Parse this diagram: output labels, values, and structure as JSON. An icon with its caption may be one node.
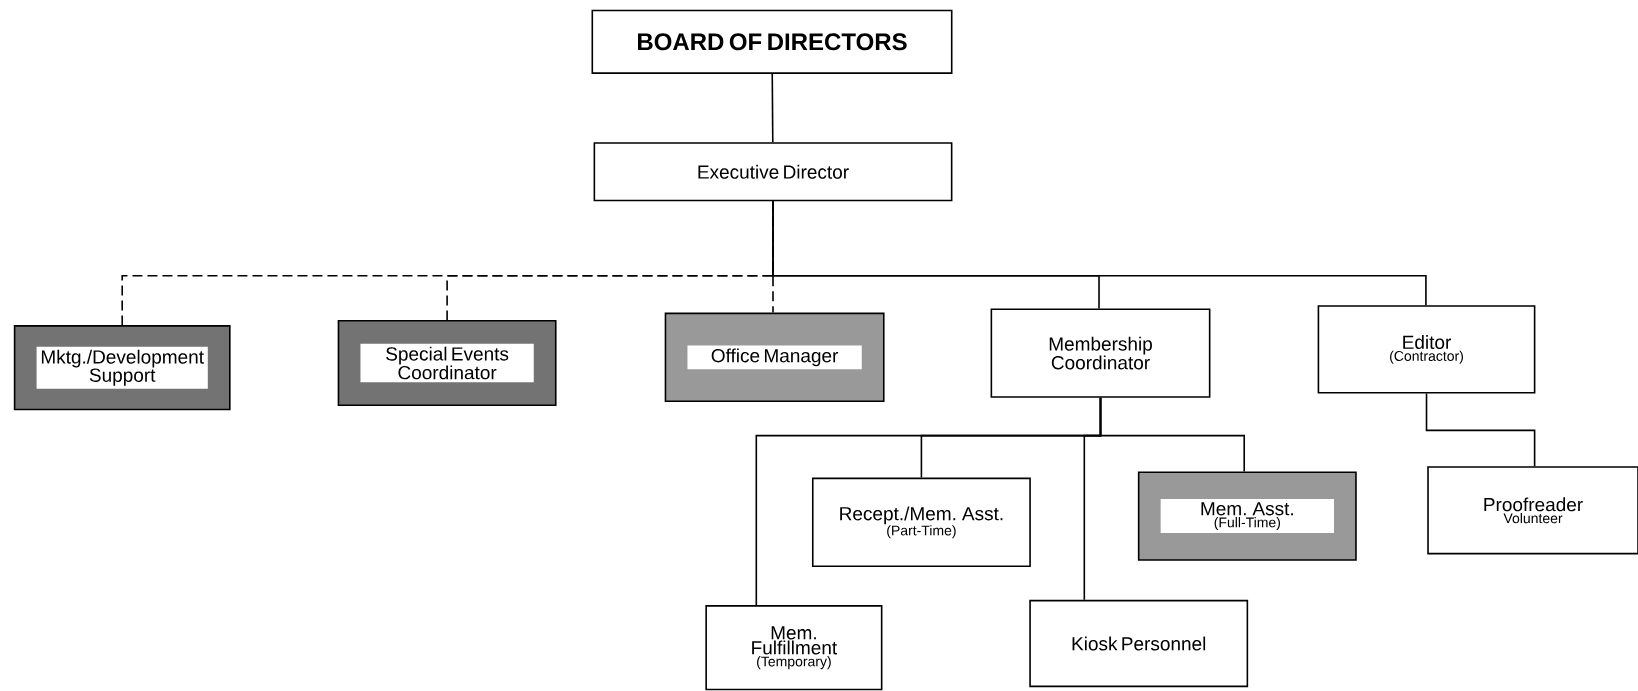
{
  "diagram": {
    "nodes": [
      {
        "text": [
          "BOARD OF DIRECTORS"
        ]
      },
      {
        "text": [
          "Executive Director"
        ]
      },
      {
        "text": [
          "Mktg./Development Support"
        ]
      },
      {
        "text": [
          "Special Events Coordinator"
        ]
      },
      {
        "text": [
          "Office Manager"
        ]
      },
      {
        "text": [
          "Membership Coordinator"
        ]
      },
      {
        "text": [
          "Editor",
          "(Contractor)"
        ]
      },
      {
        "text": [
          "Mem. Fulfillment",
          "(Temporary)"
        ]
      },
      {
        "text": [
          "Recept./Mem. Asst.",
          "(Part-Time)"
        ]
      },
      {
        "text": [
          "Kiosk Personnel"
        ]
      },
      {
        "text": [
          "Mem. Asst.",
          "(Full-Time)"
        ]
      },
      {
        "text": [
          "Proofreader",
          "Volunteer"
        ]
      }
    ],
    "edges": [
      {
        "from": 0,
        "to": 1,
        "arrow": "none"
      },
      {
        "from": 1,
        "to": 2,
        "arrow": "none",
        "style": "dashed"
      },
      {
        "from": 1,
        "to": 3,
        "arrow": "none",
        "style": "dashed"
      },
      {
        "from": 1,
        "to": 4,
        "arrow": "none",
        "style": "dashed"
      },
      {
        "from": 1,
        "to": 5,
        "arrow": "none"
      },
      {
        "from": 1,
        "to": 6,
        "arrow": "none"
      },
      {
        "from": 5,
        "to": 7,
        "arrow": "none"
      },
      {
        "from": 5,
        "to": 8,
        "arrow": "none"
      },
      {
        "from": 5,
        "to": 9,
        "arrow": "none"
      },
      {
        "from": 5,
        "to": 10,
        "arrow": "none"
      },
      {
        "from": 6,
        "to": 11,
        "arrow": "none"
      }
    ]
  }
}
